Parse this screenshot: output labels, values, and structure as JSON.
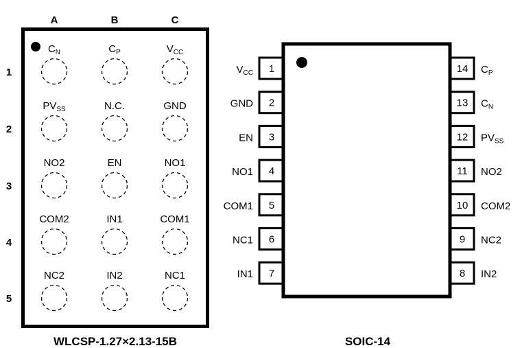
{
  "wlcsp": {
    "title": "WLCSP-1.27×2.13-15B",
    "columns": [
      "A",
      "B",
      "C"
    ],
    "rows": [
      "1",
      "2",
      "3",
      "4",
      "5"
    ],
    "balls": [
      [
        {
          "main": "C",
          "sub": "N"
        },
        {
          "main": "C",
          "sub": "P"
        },
        {
          "main": "V",
          "sub": "CC"
        }
      ],
      [
        {
          "main": "PV",
          "sub": "SS"
        },
        {
          "main": "N.C.",
          "sub": ""
        },
        {
          "main": "GND",
          "sub": ""
        }
      ],
      [
        {
          "main": "NO2",
          "sub": ""
        },
        {
          "main": "EN",
          "sub": ""
        },
        {
          "main": "NO1",
          "sub": ""
        }
      ],
      [
        {
          "main": "COM2",
          "sub": ""
        },
        {
          "main": "IN1",
          "sub": ""
        },
        {
          "main": "COM1",
          "sub": ""
        }
      ],
      [
        {
          "main": "NC2",
          "sub": ""
        },
        {
          "main": "IN2",
          "sub": ""
        },
        {
          "main": "NC1",
          "sub": ""
        }
      ]
    ],
    "pin1_marker": "filled-dot"
  },
  "soic": {
    "title": "SOIC-14",
    "left_pins": [
      {
        "num": "1",
        "main": "V",
        "sub": "CC"
      },
      {
        "num": "2",
        "main": "GND",
        "sub": ""
      },
      {
        "num": "3",
        "main": "EN",
        "sub": ""
      },
      {
        "num": "4",
        "main": "NO1",
        "sub": ""
      },
      {
        "num": "5",
        "main": "COM1",
        "sub": ""
      },
      {
        "num": "6",
        "main": "NC1",
        "sub": ""
      },
      {
        "num": "7",
        "main": "IN1",
        "sub": ""
      }
    ],
    "right_pins": [
      {
        "num": "14",
        "main": "C",
        "sub": "P"
      },
      {
        "num": "13",
        "main": "C",
        "sub": "N"
      },
      {
        "num": "12",
        "main": "PV",
        "sub": "SS"
      },
      {
        "num": "11",
        "main": "NO2",
        "sub": ""
      },
      {
        "num": "10",
        "main": "COM2",
        "sub": ""
      },
      {
        "num": "9",
        "main": "NC2",
        "sub": ""
      },
      {
        "num": "8",
        "main": "IN2",
        "sub": ""
      }
    ],
    "pin1_marker": "filled-dot"
  }
}
